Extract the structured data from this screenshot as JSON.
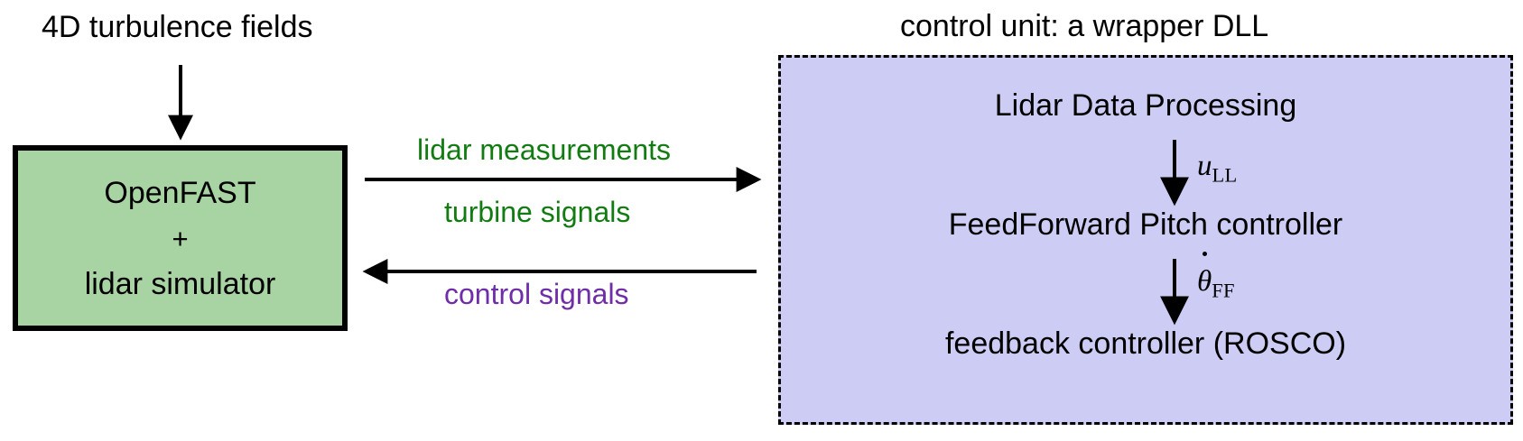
{
  "diagram": {
    "title_left": "4D turbulence fields",
    "title_right": "control unit: a wrapper DLL",
    "simulation_box": {
      "line1": "OpenFAST",
      "line2": "+",
      "line3": "lidar simulator",
      "fill_color": "#a8d3a2",
      "border_color": "#000000"
    },
    "control_box": {
      "fill_color": "#ccccf4",
      "border_color": "#000000",
      "border_style": "dashed",
      "stages": [
        {
          "label": "Lidar Data Processing"
        },
        {
          "label": "FeedForward Pitch controller"
        },
        {
          "label": "feedback controller (ROSCO)"
        }
      ],
      "signals": [
        {
          "symbol": "u",
          "subscript": "LL",
          "dot": false
        },
        {
          "symbol": "θ",
          "subscript": "FF",
          "dot": true
        }
      ]
    },
    "links": [
      {
        "label": "lidar measurements",
        "color": "#127c12",
        "direction": "right"
      },
      {
        "label": "turbine signals",
        "color": "#127c12",
        "direction": "right"
      },
      {
        "label": "control signals",
        "color": "#6f2da8",
        "direction": "left"
      }
    ],
    "inflow_arrow": {
      "direction": "down"
    }
  }
}
